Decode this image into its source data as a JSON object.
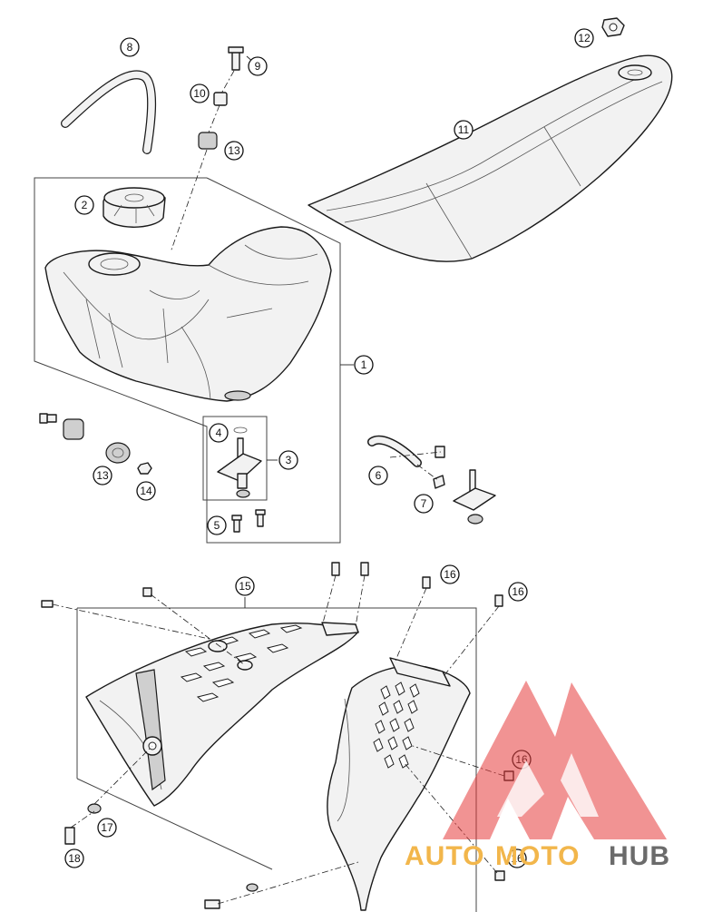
{
  "callouts": [
    "1",
    "2",
    "3",
    "4",
    "5",
    "6",
    "7",
    "8",
    "9",
    "10",
    "11",
    "12",
    "13",
    "13",
    "14",
    "15",
    "16",
    "16",
    "16",
    "16",
    "17",
    "18"
  ],
  "watermark": {
    "part_a": "AUTO",
    "part_b": "MOTO",
    "part_c": "HUB",
    "color_a": "#f2b64b",
    "color_b": "#f2b64b",
    "color_c": "#6b6b6b",
    "logo_color": "#e63b3b"
  }
}
